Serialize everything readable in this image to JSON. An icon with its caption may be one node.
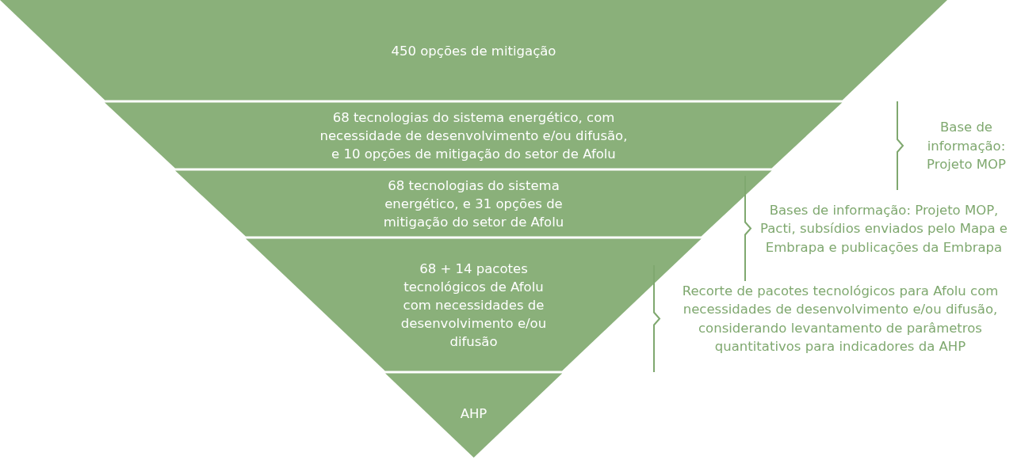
{
  "diagram": {
    "nodes": [
      {
        "text": [
          "450 opções de mitigação"
        ]
      },
      {
        "text": [
          "68 tecnologias do sistema energético, com necessidade de desenvolvimento e/ou difusão, e 10 opções de mitigação do setor de Afolu"
        ]
      },
      {
        "text": [
          "68 tecnologias do sistema energético, e 31 opções de mitigação do setor de Afolu"
        ]
      },
      {
        "text": [
          "68 + 14 pacotes tecnológicos de Afolu com necessidades de desenvolvimento e/ou difusão"
        ]
      },
      {
        "text": [
          "AHP"
        ]
      }
    ],
    "labels": [
      "Base de informação: Projeto MOP",
      "Bases de informação: Projeto MOP, Pacti, subsídios enviados pelo Mapa e Embrapa e publicações da Embrapa",
      "Recorte de pacotes tecnológicos para Afolu com necessidades de desenvolvimento e/ou difusão, considerando levantamento de parâmetros quantitativos para indicadores da AHP"
    ]
  }
}
